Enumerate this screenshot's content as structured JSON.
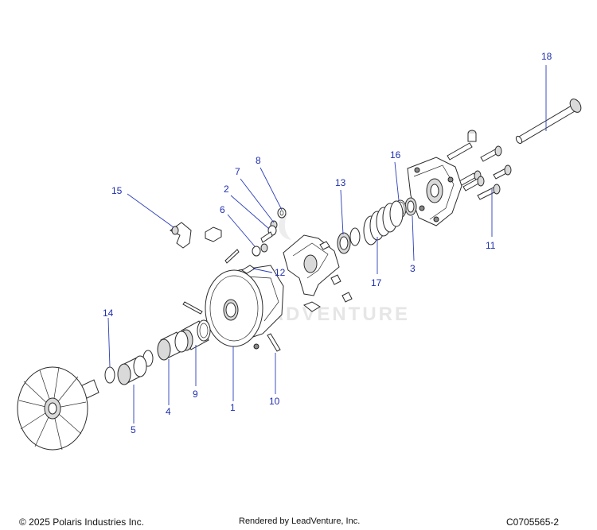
{
  "callouts": [
    {
      "id": "18",
      "label": "18"
    },
    {
      "id": "16",
      "label": "16"
    },
    {
      "id": "13",
      "label": "13"
    },
    {
      "id": "8",
      "label": "8"
    },
    {
      "id": "7",
      "label": "7"
    },
    {
      "id": "2",
      "label": "2"
    },
    {
      "id": "6",
      "label": "6"
    },
    {
      "id": "15",
      "label": "15"
    },
    {
      "id": "12",
      "label": "12"
    },
    {
      "id": "3",
      "label": "3"
    },
    {
      "id": "11",
      "label": "11"
    },
    {
      "id": "17",
      "label": "17"
    },
    {
      "id": "14",
      "label": "14"
    },
    {
      "id": "9",
      "label": "9"
    },
    {
      "id": "1",
      "label": "1"
    },
    {
      "id": "10",
      "label": "10"
    },
    {
      "id": "4",
      "label": "4"
    },
    {
      "id": "5",
      "label": "5"
    }
  ],
  "watermark": "LEADVENTURE",
  "footer": {
    "copyright": "© 2025 Polaris Industries Inc.",
    "rendered_by": "Rendered by LeadVenture, Inc.",
    "diagram_code": "C0705565-2"
  },
  "colors": {
    "callout": "#1f2fb0",
    "line_art": "#2a2a2a",
    "background": "#ffffff"
  }
}
